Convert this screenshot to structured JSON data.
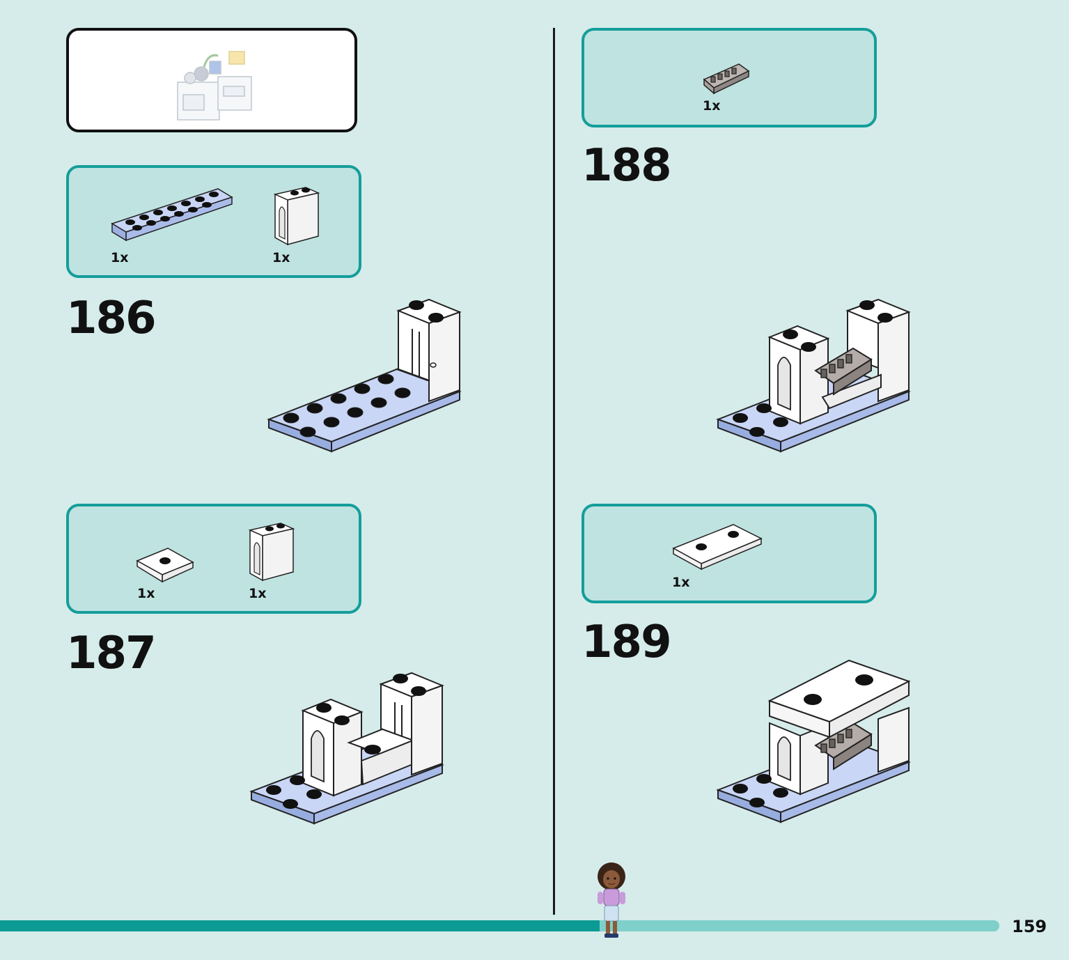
{
  "page": {
    "number": "159",
    "progress": 0.6
  },
  "colors": {
    "background": "#d6ecea",
    "accent": "#159e9a",
    "parts_bg": "#bfe3e1",
    "brick_blue": "#b9c9f2",
    "brick_white": "#ffffff"
  },
  "steps": [
    {
      "number": "186",
      "parts": [
        {
          "qty": "1x",
          "part": "plate-2x8-light-blue"
        },
        {
          "qty": "1x",
          "part": "panel-window-white"
        }
      ]
    },
    {
      "number": "187",
      "parts": [
        {
          "qty": "1x",
          "part": "jumper-plate-white"
        },
        {
          "qty": "1x",
          "part": "panel-window-white"
        }
      ]
    },
    {
      "number": "188",
      "parts": [
        {
          "qty": "1x",
          "part": "slope-grille-gray"
        }
      ]
    },
    {
      "number": "189",
      "parts": [
        {
          "qty": "1x",
          "part": "plate-2x4-white"
        }
      ]
    }
  ]
}
